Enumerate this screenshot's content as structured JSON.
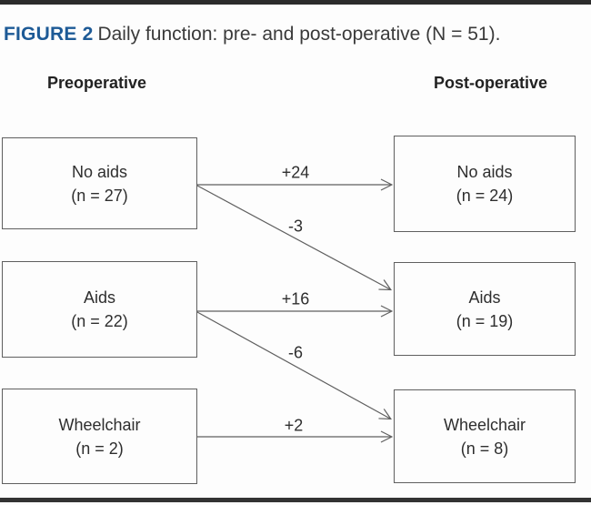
{
  "figure": {
    "label": "FIGURE 2",
    "title": "Daily function: pre- and post-operative (N = 51)."
  },
  "columns": {
    "pre_header": "Preoperative",
    "post_header": "Post-operative"
  },
  "diagram": {
    "type": "flow-diagram",
    "total_n": 51,
    "pre_nodes": [
      {
        "label": "No aids",
        "count": "(n = 27)",
        "n": 27
      },
      {
        "label": "Aids",
        "count": "(n = 22)",
        "n": 22
      },
      {
        "label": "Wheelchair",
        "count": "(n = 2)",
        "n": 2
      }
    ],
    "post_nodes": [
      {
        "label": "No aids",
        "count": "(n = 24)",
        "n": 24
      },
      {
        "label": "Aids",
        "count": "(n = 19)",
        "n": 19
      },
      {
        "label": "Wheelchair",
        "count": "(n = 8)",
        "n": 8
      }
    ],
    "flows": [
      {
        "from": "No aids",
        "to": "No aids",
        "label": "+24",
        "value": 24
      },
      {
        "from": "No aids",
        "to": "Aids",
        "label": "-3",
        "value": -3
      },
      {
        "from": "Aids",
        "to": "Aids",
        "label": "+16",
        "value": 16
      },
      {
        "from": "Aids",
        "to": "Wheelchair",
        "label": "-6",
        "value": -6
      },
      {
        "from": "Wheelchair",
        "to": "Wheelchair",
        "label": "+2",
        "value": 2
      }
    ]
  },
  "colors": {
    "figure_label_blue": "#1d5a96",
    "text": "#2e2e2e",
    "box_border": "#5f5f5f",
    "arrow": "#5f5f5f",
    "rule": "#2b2b2b",
    "background": "#fdfdfd"
  }
}
